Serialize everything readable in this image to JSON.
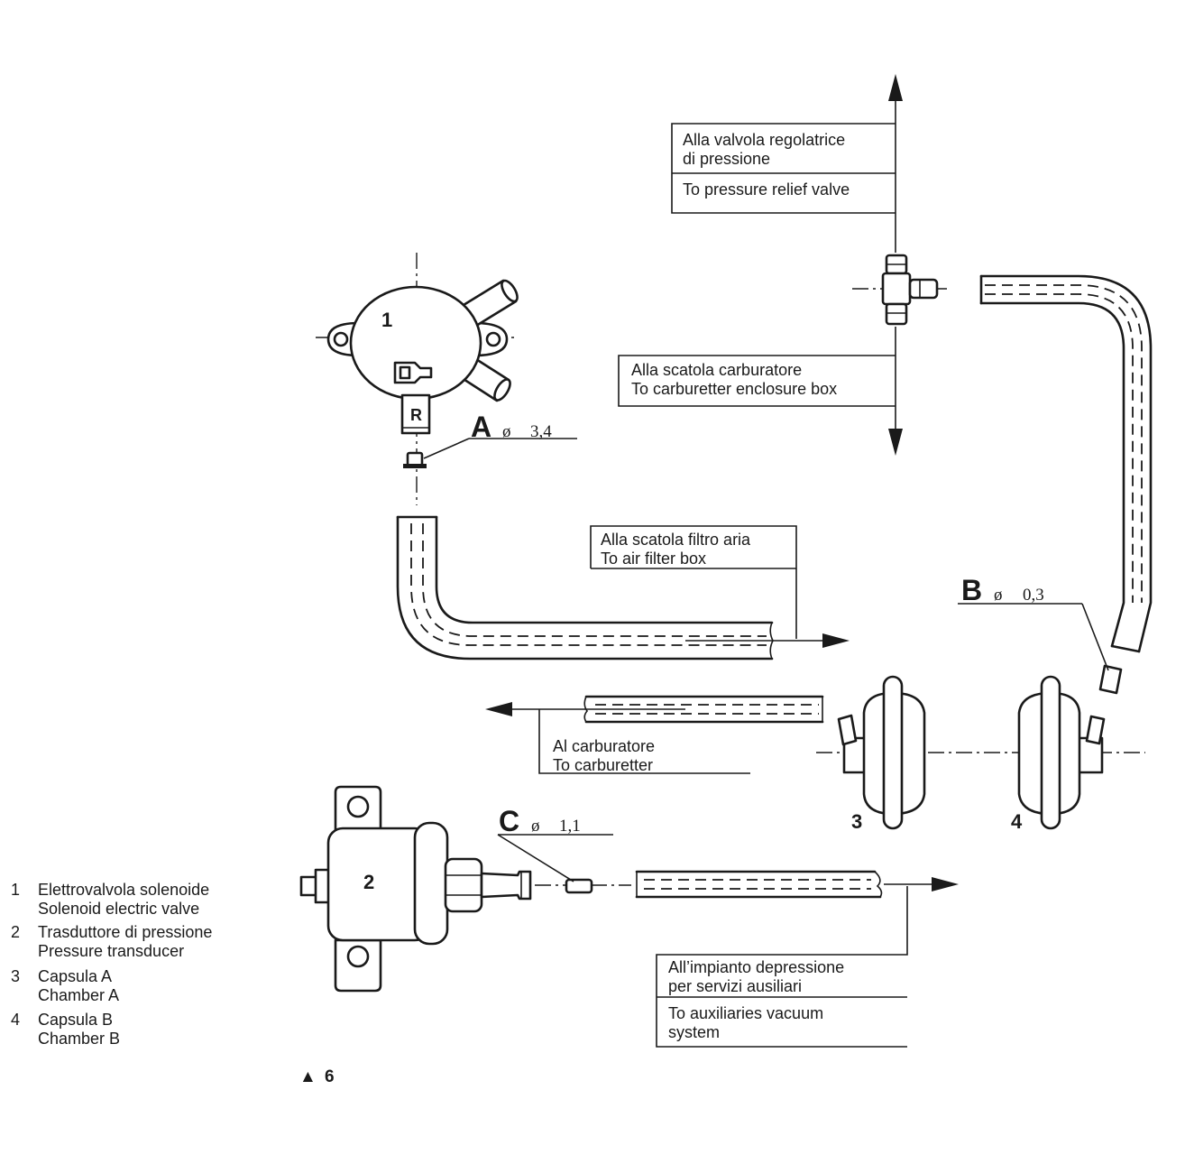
{
  "diagram": {
    "labels": {
      "pressure_relief_it_1": "Alla valvola regolatrice",
      "pressure_relief_it_2": "di pressione",
      "pressure_relief_en": "To pressure relief valve",
      "carb_box_it": "Alla scatola carburatore",
      "carb_box_en": "To carburetter enclosure box",
      "air_filter_it": "Alla scatola filtro aria",
      "air_filter_en": "To air filter box",
      "carburettor_it": "Al carburatore",
      "carburettor_en": "To carburetter",
      "aux_it_1": "All’impianto depressione",
      "aux_it_2": "per servizi ausiliari",
      "aux_en_1": "To auxiliaries vacuum",
      "aux_en_2": "system"
    },
    "restrictors": {
      "a": {
        "letter": "A",
        "symbol": "ø",
        "size": "3,4"
      },
      "b": {
        "letter": "B",
        "symbol": "ø",
        "size": "0,3"
      },
      "c": {
        "letter": "C",
        "symbol": "ø",
        "size": "1,1"
      }
    },
    "component_numbers": {
      "solenoid": "1",
      "transducer": "2",
      "chamber_a": "3",
      "chamber_b": "4"
    },
    "solenoid_port": "R",
    "figure_marker": "▲",
    "figure_number": "6"
  },
  "legend": [
    {
      "num": "1",
      "it": "Elettrovalvola solenoide",
      "en": "Solenoid electric valve"
    },
    {
      "num": "2",
      "it": "Trasduttore di pressione",
      "en": "Pressure transducer"
    },
    {
      "num": "3",
      "it": "Capsula A",
      "en": "Chamber A"
    },
    {
      "num": "4",
      "it": "Capsula B",
      "en": "Chamber B"
    }
  ]
}
